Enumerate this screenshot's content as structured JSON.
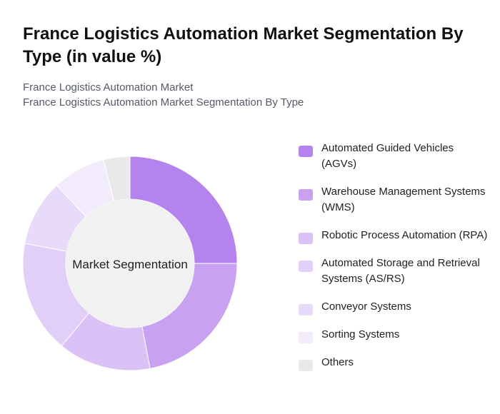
{
  "title": "France Logistics Automation Market Segmentation By Type (in value %)",
  "subtitle_line1": "France Logistics Automation Market",
  "subtitle_line2": "France Logistics Automation Market Segmentation By Type",
  "center_label": "Market Segmentation",
  "chart_data": {
    "type": "pie",
    "donut": true,
    "legend_position": "right",
    "categories": [
      "Automated Guided Vehicles (AGVs)",
      "Warehouse Management Systems (WMS)",
      "Robotic Process Automation (RPA)",
      "Automated Storage and Retrieval Systems (AS/RS)",
      "Conveyor Systems",
      "Sorting Systems",
      "Others"
    ],
    "values": [
      25,
      22,
      14,
      17,
      10,
      8,
      4
    ],
    "colors": [
      "#b583ed",
      "#c8a2f1",
      "#dac1f6",
      "#e1cff8",
      "#e8daf9",
      "#f1ebfb",
      "#e9e9e9"
    ]
  }
}
